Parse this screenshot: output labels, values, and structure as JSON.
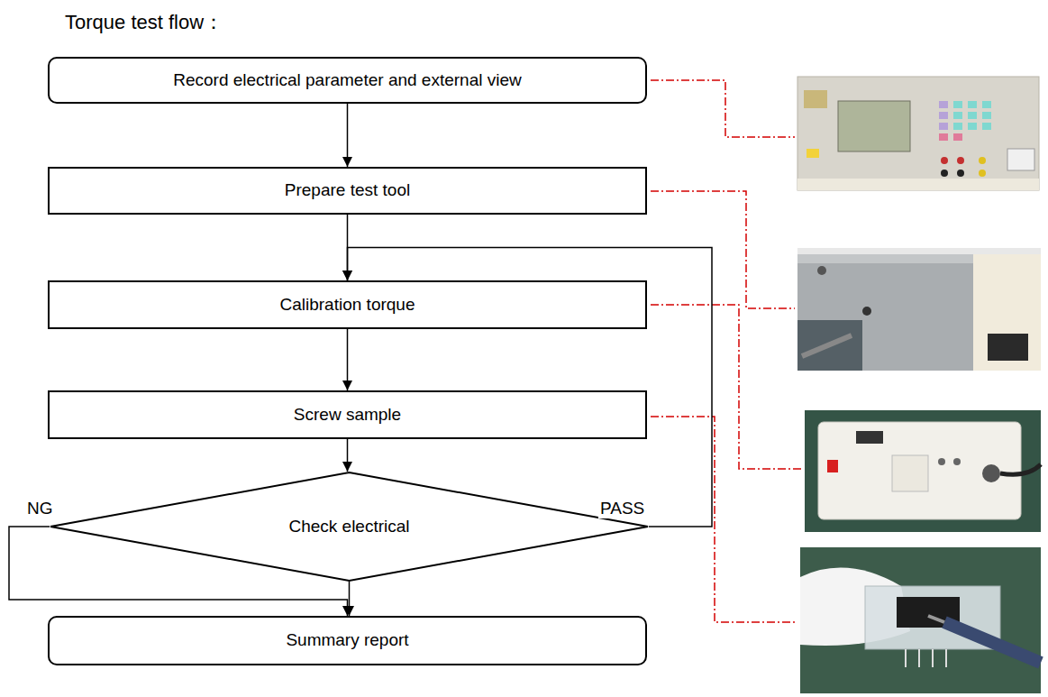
{
  "diagram": {
    "title": "Torque test flow：",
    "nodes": [
      {
        "text": [
          "Record electrical parameter and external view"
        ]
      },
      {
        "text": [
          "Prepare test tool"
        ]
      },
      {
        "text": [
          "Calibration torque"
        ]
      },
      {
        "text": [
          "Screw sample"
        ]
      },
      {
        "text": [
          "Check electrical"
        ]
      },
      {
        "text": [
          "Summary report"
        ]
      }
    ],
    "edges": [
      {
        "from": 0,
        "to": 1,
        "arrow": "to"
      },
      {
        "from": 1,
        "to": 2,
        "arrow": "to"
      },
      {
        "from": 2,
        "to": 3,
        "arrow": "to"
      },
      {
        "from": 3,
        "to": 4,
        "arrow": "to"
      },
      {
        "from": 4,
        "to": 2,
        "label": "PASS",
        "arrow": "to"
      },
      {
        "from": 4,
        "to": 5,
        "label": "NG",
        "arrow": "to"
      },
      {
        "from": 4,
        "to": 5,
        "arrow": "to"
      }
    ]
  }
}
